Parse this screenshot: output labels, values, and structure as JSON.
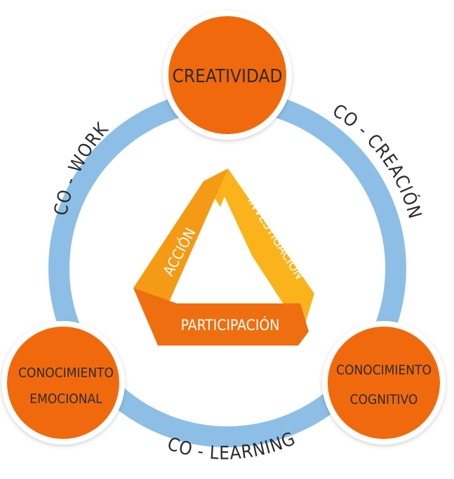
{
  "nodes": {
    "top": {
      "label": "CREATIVIDAD"
    },
    "left": {
      "lines": [
        "CONOCIMIENTO",
        "EMOCIONAL"
      ]
    },
    "right": {
      "lines": [
        "CONOCIMIENTO",
        "COGNITIVO"
      ]
    }
  },
  "ring_labels": {
    "left": "CO - WORK",
    "right": "CO - CREACIÓN",
    "bottom": "CO - LEARNING"
  },
  "triangle": {
    "left": "ACCIÓN",
    "right": "INVESTIGACIÓN",
    "bottom": "PARTICIPACIÓN"
  },
  "colors": {
    "ring": "#8dbfe6",
    "node_fill": "#f06a0c",
    "node_ring": "#ffffff",
    "text_dark": "#2b2b2b",
    "triangle_left": "#f49a14",
    "triangle_right": "#fbb31c",
    "triangle_bottom": "#ef6e10"
  }
}
